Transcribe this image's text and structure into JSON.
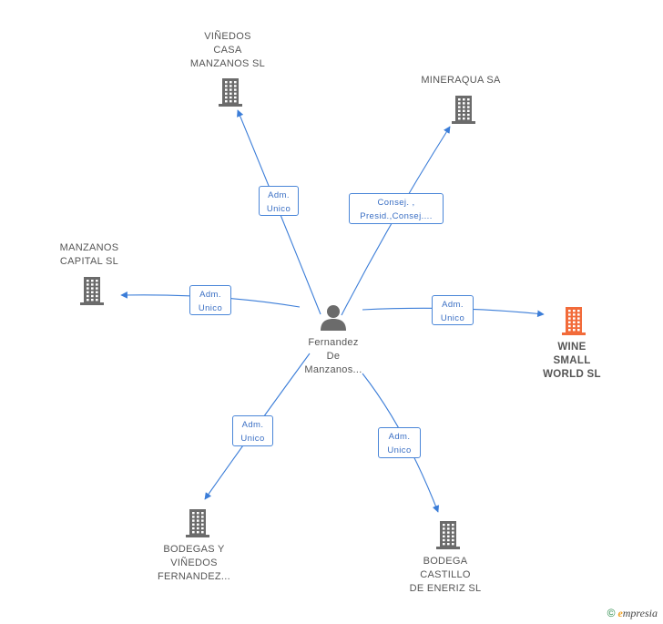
{
  "center_person": {
    "label": "Fernandez\nDe\nManzanos...",
    "icon": "person-icon",
    "color": "#666666"
  },
  "companies": [
    {
      "id": "vinedos-casa",
      "label": "VIÑEDOS\nCASA\nMANZANOS SL",
      "highlight": false,
      "icon": "building-icon"
    },
    {
      "id": "mineraqua",
      "label": "MINERAQUA SA",
      "highlight": false,
      "icon": "building-icon"
    },
    {
      "id": "manzanos-capital",
      "label": "MANZANOS\nCAPITAL  SL",
      "highlight": false,
      "icon": "building-icon"
    },
    {
      "id": "wine-small-world",
      "label": "WINE\nSMALL\nWORLD SL",
      "highlight": true,
      "icon": "building-icon"
    },
    {
      "id": "bodegas-vinedos",
      "label": "BODEGAS Y\nVIÑEDOS\nFERNANDEZ...",
      "highlight": false,
      "icon": "building-icon"
    },
    {
      "id": "bodega-castillo",
      "label": "BODEGA\nCASTILLO\nDE ENERIZ  SL",
      "highlight": false,
      "icon": "building-icon"
    }
  ],
  "edges": [
    {
      "to": "vinedos-casa",
      "label": "Adm.\nUnico"
    },
    {
      "to": "mineraqua",
      "label": "Consej. ,\nPresid.,Consej...."
    },
    {
      "to": "manzanos-capital",
      "label": "Adm.\nUnico"
    },
    {
      "to": "wine-small-world",
      "label": "Adm.\nUnico"
    },
    {
      "to": "bodegas-vinedos",
      "label": "Adm.\nUnico"
    },
    {
      "to": "bodega-castillo",
      "label": "Adm.\nUnico"
    }
  ],
  "colors": {
    "edge": "#3b7dd8",
    "building_default": "#6b6b6b",
    "building_highlight": "#f26b3a",
    "person": "#6b6b6b"
  },
  "footer": {
    "symbol": "©",
    "brand_e": "e",
    "brand_rest": "mpresia"
  }
}
